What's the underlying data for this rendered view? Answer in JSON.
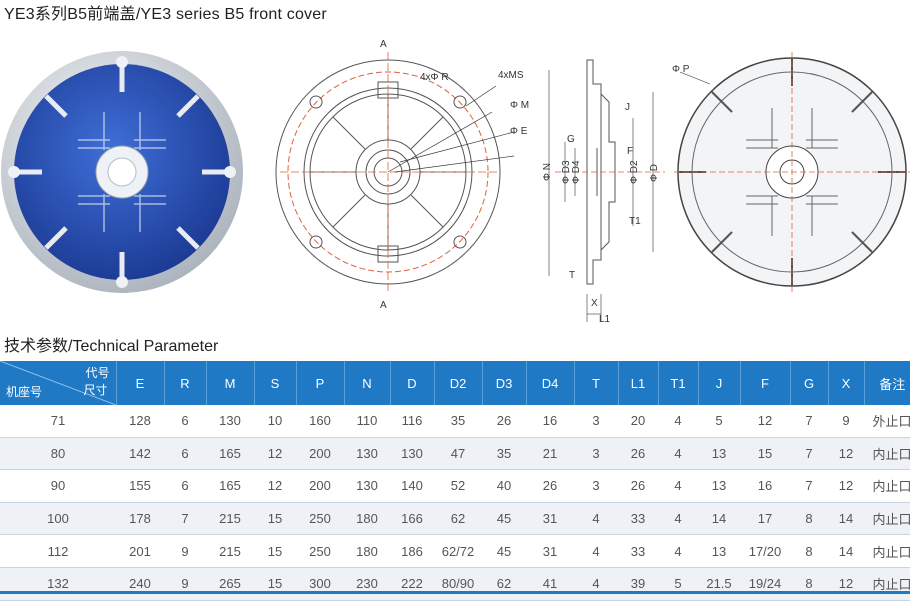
{
  "header": {
    "title": "YE3系列B5前端盖/YE3 series B5 front cover"
  },
  "drawing": {
    "labels": {
      "A": "A",
      "R": "4xΦ R",
      "MS": "4xMS",
      "M": "Φ M",
      "E": "Φ E",
      "N": "Φ N",
      "D3": "Φ D3",
      "D4": "Φ D4",
      "D2": "Φ D2",
      "D": "Φ D",
      "J": "J",
      "G": "G",
      "F": "F",
      "T1": "T1",
      "T": "T",
      "X": "X",
      "L1": "L1",
      "P": "Φ P"
    }
  },
  "section": {
    "title": "技术参数/Technical Parameter"
  },
  "table": {
    "corner": {
      "top": "代号",
      "mid": "尺寸",
      "bottom": "机座号"
    },
    "headers": [
      "E",
      "R",
      "M",
      "S",
      "P",
      "N",
      "D",
      "D2",
      "D3",
      "D4",
      "T",
      "L1",
      "T1",
      "J",
      "F",
      "G",
      "X",
      "备注"
    ],
    "rows": [
      [
        "71",
        "128",
        "6",
        "130",
        "10",
        "160",
        "110",
        "116",
        "35",
        "26",
        "16",
        "3",
        "20",
        "4",
        "5",
        "12",
        "7",
        "9",
        "外止口"
      ],
      [
        "80",
        "142",
        "6",
        "165",
        "12",
        "200",
        "130",
        "130",
        "47",
        "35",
        "21",
        "3",
        "26",
        "4",
        "13",
        "15",
        "7",
        "12",
        "内止口"
      ],
      [
        "90",
        "155",
        "6",
        "165",
        "12",
        "200",
        "130",
        "140",
        "52",
        "40",
        "26",
        "3",
        "26",
        "4",
        "13",
        "16",
        "7",
        "12",
        "内止口"
      ],
      [
        "100",
        "178",
        "7",
        "215",
        "15",
        "250",
        "180",
        "166",
        "62",
        "45",
        "31",
        "4",
        "33",
        "4",
        "14",
        "17",
        "8",
        "14",
        "内止口"
      ],
      [
        "112",
        "201",
        "9",
        "215",
        "15",
        "250",
        "180",
        "186",
        "62/72",
        "45",
        "31",
        "4",
        "33",
        "4",
        "13",
        "17/20",
        "8",
        "14",
        "内止口"
      ],
      [
        "132",
        "240",
        "9",
        "265",
        "15",
        "300",
        "230",
        "222",
        "80/90",
        "62",
        "41",
        "4",
        "39",
        "5",
        "21.5",
        "19/24",
        "8",
        "12",
        "内止口"
      ]
    ]
  },
  "colors": {
    "accent": "#1f79c4",
    "cover_blue": "#2a4fb0",
    "dim_red": "#e0603a"
  }
}
